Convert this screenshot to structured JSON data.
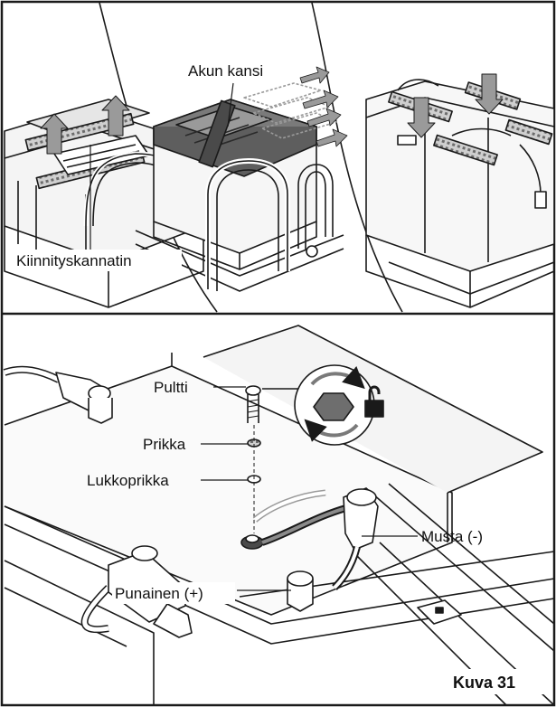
{
  "figure": {
    "top_panel": {
      "labels": {
        "battery_cover": "Akun kansi",
        "hold_down_bracket": "Kiinnityskannatin"
      }
    },
    "bottom_panel": {
      "labels": {
        "bolt": "Pultti",
        "washer": "Prikka",
        "lock_washer": "Lukkoprikka",
        "black_negative": "Musta (-)",
        "red_positive": "Punainen (+)"
      }
    },
    "caption": "Kuva 31",
    "icons": [
      "rotate-arrows-icon",
      "hex-bolt-icon",
      "unlock-icon",
      "lift-arrow-icon",
      "slide-arrow-icon",
      "push-arrow-icon"
    ],
    "colors": {
      "line": "#1a1a1a",
      "cover": "#7a7a7a",
      "arrow": "#9a9a9a",
      "background": "#ffffff"
    }
  }
}
